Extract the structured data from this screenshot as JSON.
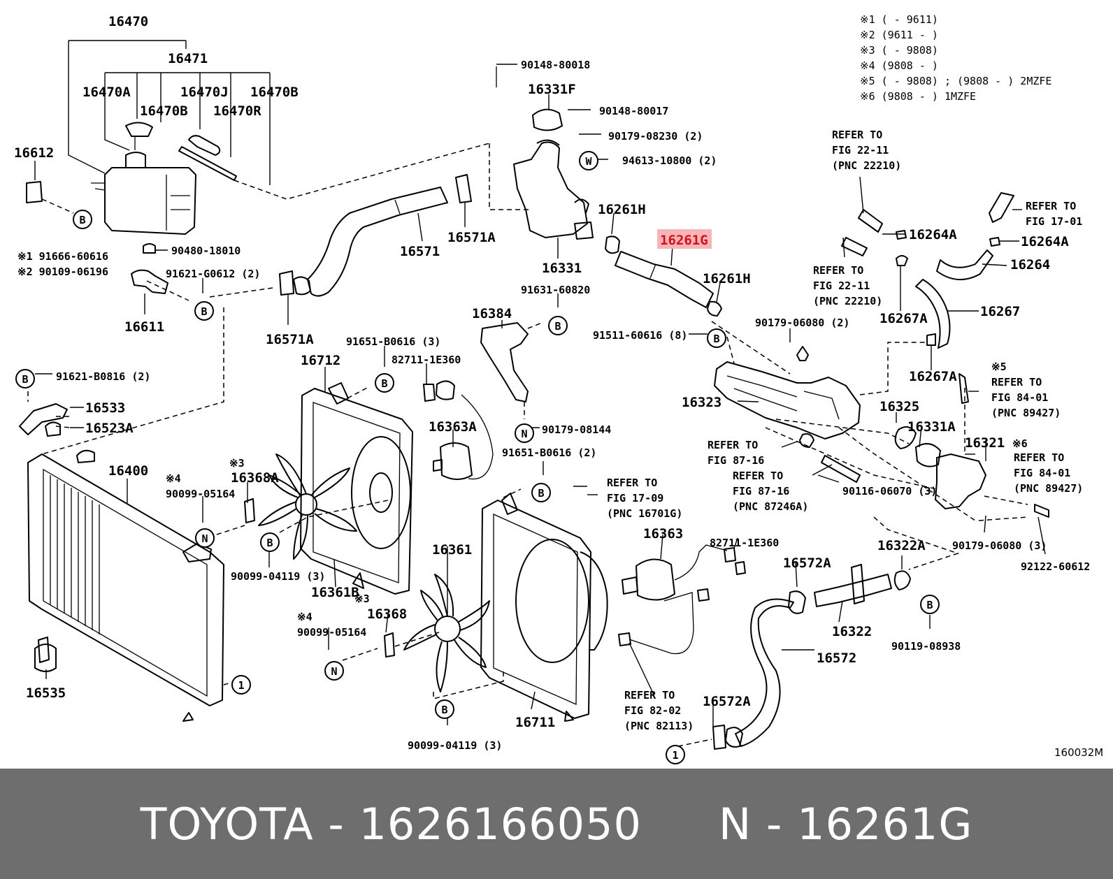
{
  "brand": "TOYOTA",
  "part_number": "1626166050",
  "diagram_ref_letter": "N",
  "diagram_ref_code": "16261G",
  "footer_dash": "-",
  "figure_code": "160032M",
  "highlight_color": "#d0101a",
  "footer_background": "#6e6e6e",
  "legend": [
    "※1 (      - 9611)",
    "※2 (9611 -      )",
    "※3 (      - 9808)",
    "※4 (9808 -      )",
    "※5 (      - 9808) ; (9808 -      ) 2MZFE",
    "※6 (9808 -      ) 1MZFE"
  ],
  "callouts": {
    "c16470": "16470",
    "c16471": "16471",
    "c16470A": "16470A",
    "c16470B_a": "16470B",
    "c16470J": "16470J",
    "c16470R": "16470R",
    "c16470B_b": "16470B",
    "c16612": "16612",
    "c91666": "※1 91666-60616",
    "c90109": "※2 90109-06196",
    "c90480": "90480-18010",
    "c91621g": "91621-G0612 (2)",
    "c16611": "16611",
    "c90148a": "90148-80018",
    "c16331F": "16331F",
    "c90148b": "90148-80017",
    "c90179a": "90179-08230 (2)",
    "c94613": "94613-10800 (2)",
    "c16261H_a": "16261H",
    "c16261G": "16261G",
    "c16261H_b": "16261H",
    "c16571": "16571",
    "c16571A_a": "16571A",
    "c16331": "16331",
    "c16571A_b": "16571A",
    "c91631": "91631-60820",
    "c16384": "16384",
    "c91651a": "91651-B0616 (3)",
    "c82711a": "82711-1E360",
    "c16712": "16712",
    "c91511": "91511-60616 (8)",
    "c90179b": "90179-06080 (2)",
    "c16323": "16323",
    "c91621b": "91621-B0816 (2)",
    "c16533": "16533",
    "c16523A": "16523A",
    "c16400": "16400",
    "c16363A": "16363A",
    "c90179c": "90179-08144",
    "c91651b": "91651-B0616 (2)",
    "c16368A": "16368A",
    "cn3a": "※3",
    "cn4a": "※4",
    "c90099a": "90099-05164",
    "c90099b": "90099-04119 (3)",
    "c16361B": "16361B",
    "cn3b": "※3",
    "c16368": "16368",
    "cn4b": "※4",
    "c90099c": "90099-05164",
    "c16361": "16361",
    "c16363": "16363",
    "c82711b": "82711-1E360",
    "c16711": "16711",
    "c90099d": "90099-04119 (3)",
    "c16535": "16535",
    "c16572A_a": "16572A",
    "c16572A_b": "16572A",
    "c16572": "16572",
    "c16322": "16322",
    "c16322A": "16322A",
    "c90119": "90119-08938",
    "c16264A_a": "16264A",
    "c16264A_b": "16264A",
    "c16264": "16264",
    "c16267A_a": "16267A",
    "c16267": "16267",
    "c16267A_b": "16267A",
    "c16325": "16325",
    "c16331A": "16331A",
    "c16321": "16321",
    "cn6": "※6",
    "cn5": "※5",
    "c90116": "90116-06070 (3)",
    "c90179d": "90179-06080 (3)",
    "c92122": "92122-60612"
  },
  "refer_notes": [
    [
      "REFER TO",
      "FIG 22-11",
      "(PNC 22210)"
    ],
    [
      "REFER TO",
      "FIG 22-11",
      "(PNC 22210)"
    ],
    [
      "REFER TO",
      "FIG 17-01"
    ],
    [
      "REFER TO",
      "FIG 84-01",
      "(PNC 89427)"
    ],
    [
      "REFER TO",
      "FIG 84-01",
      "(PNC 89427)"
    ],
    [
      "REFER TO",
      "FIG 87-16"
    ],
    [
      "REFER TO",
      "FIG 87-16",
      "(PNC 87246A)"
    ],
    [
      "REFER TO",
      "FIG 17-09",
      "(PNC 16701G)"
    ],
    [
      "REFER TO",
      "FIG 82-02",
      "(PNC 82113)"
    ]
  ],
  "marker_letters": {
    "B": "B",
    "N": "N",
    "W": "W",
    "one": "1"
  }
}
